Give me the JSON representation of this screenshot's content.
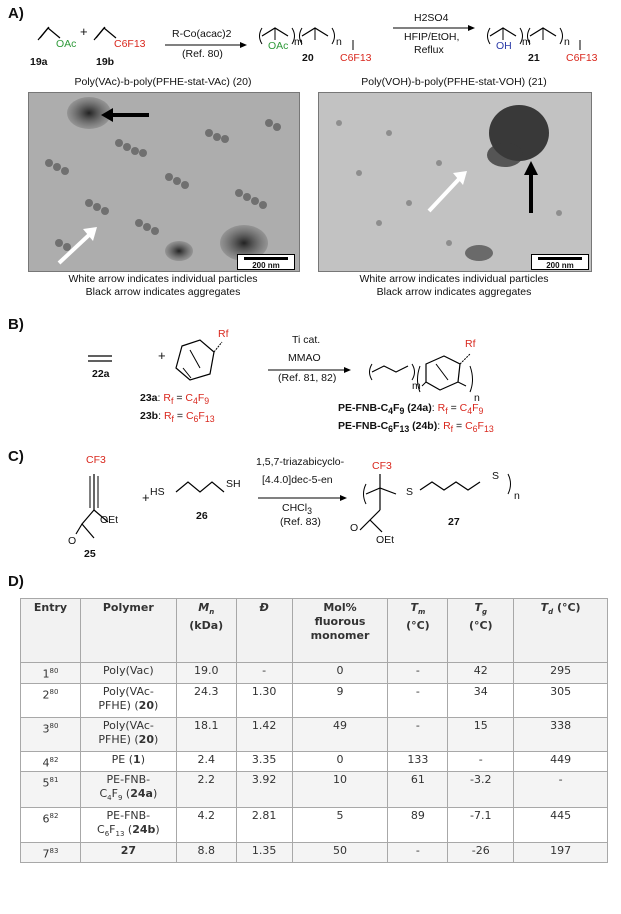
{
  "panels": {
    "A": {
      "label": "A)",
      "reagents": {
        "left_sub": "OAc",
        "plus": "+",
        "right_sub": "C6F13",
        "num_left": "19a",
        "num_right": "19b",
        "arrow_top": "R-Co(acac)2",
        "arrow_bottom": "(Ref. 80)",
        "arrow2_line1": "H2SO4",
        "arrow2_line2": "HFIP/EtOH,",
        "arrow2_line3": "Reflux"
      },
      "product20": {
        "sub": "OAc",
        "m": "m",
        "n": "n",
        "num": "20",
        "sub_r": "C6F13"
      },
      "product21": {
        "sub": "OH",
        "m": "m",
        "n": "n",
        "num": "21",
        "sub_r": "C6F13"
      },
      "left_title": "Poly(VAc)-b-poly(PFHE-stat-VAc) (20)",
      "right_title": "Poly(VOH)-b-poly(PFHE-stat-VOH) (21)",
      "scale_left": "200 nm",
      "scale_right": "200 nm",
      "caption_left_1": "White arrow indicates individual particles",
      "caption_left_2": "Black arrow indicates aggregates",
      "caption_right_1": "White arrow indicates individual particles",
      "caption_right_2": "Black arrow indicates aggregates"
    },
    "B": {
      "label": "B)",
      "plus": "+",
      "rf_top": "Rf",
      "num_ethylene": "22a",
      "arrow_1": "Ti cat.",
      "arrow_2": "MMAO",
      "arrow_3": "(Ref. 81, 82)",
      "rf_product": "Rf",
      "m": "m",
      "n": "n",
      "line_23a": "23a: Rf = C4F9",
      "line_23b": "23b: Rf = C6F13",
      "line_24a": "PE-FNB-C4F9 (24a): Rf = C4F9",
      "line_24b": "PE-FNB-C6F13 (24b): Rf = C6F13"
    },
    "C": {
      "label": "C)",
      "cf3": "CF3",
      "o": "O",
      "oet": "OEt",
      "plus": "+",
      "hs": "HS",
      "sh": "SH",
      "num25": "25",
      "num26": "26",
      "arrow_1": "1,5,7-triazabicyclo-",
      "arrow_2": "[4.4.0]dec-5-en",
      "arrow_3": "CHCl3",
      "arrow_4": "(Ref. 83)",
      "p_cf3": "CF3",
      "p_s1": "S",
      "p_s2": "S",
      "p_n": "n",
      "p_o": "O",
      "p_oet": "OEt",
      "num27": "27"
    },
    "D": {
      "label": "D)",
      "headers": [
        "Entry",
        "Polymer",
        "Mn (kDa)",
        "Đ",
        "Mol% fluorous monomer",
        "Tm (°C)",
        "Tg (°C)",
        "Td (°C)"
      ],
      "rows": [
        {
          "entry": "1",
          "ref": "80",
          "polymer": "Poly(Vac)",
          "mn": "19.0",
          "d": "-",
          "mol": "0",
          "tm": "-",
          "tg": "42",
          "td": "295"
        },
        {
          "entry": "2",
          "ref": "80",
          "polymer": "Poly(VAc-PFHE) (20)",
          "mn": "24.3",
          "d": "1.30",
          "mol": "9",
          "tm": "-",
          "tg": "34",
          "td": "305"
        },
        {
          "entry": "3",
          "ref": "80",
          "polymer": "Poly(VAc-PFHE) (20)",
          "mn": "18.1",
          "d": "1.42",
          "mol": "49",
          "tm": "-",
          "tg": "15",
          "td": "338"
        },
        {
          "entry": "4",
          "ref": "82",
          "polymer": "PE (1)",
          "mn": "2.4",
          "d": "3.35",
          "mol": "0",
          "tm": "133",
          "tg": "-",
          "td": "449"
        },
        {
          "entry": "5",
          "ref": "81",
          "polymer": "PE-FNB-C4F9 (24a)",
          "mn": "2.2",
          "d": "3.92",
          "mol": "10",
          "tm": "61",
          "tg": "-3.2",
          "td": "-"
        },
        {
          "entry": "6",
          "ref": "82",
          "polymer": "PE-FNB-C6F13 (24b)",
          "mn": "4.2",
          "d": "2.81",
          "mol": "5",
          "tm": "89",
          "tg": "-7.1",
          "td": "445"
        },
        {
          "entry": "7",
          "ref": "83",
          "polymer": "27",
          "mn": "8.8",
          "d": "1.35",
          "mol": "50",
          "tm": "-",
          "tg": "-26",
          "td": "197"
        }
      ]
    }
  },
  "colors": {
    "red": "#d9271d",
    "green": "#2f9a3a",
    "blue": "#2a3aa8",
    "table_border": "#a8a8a8"
  }
}
